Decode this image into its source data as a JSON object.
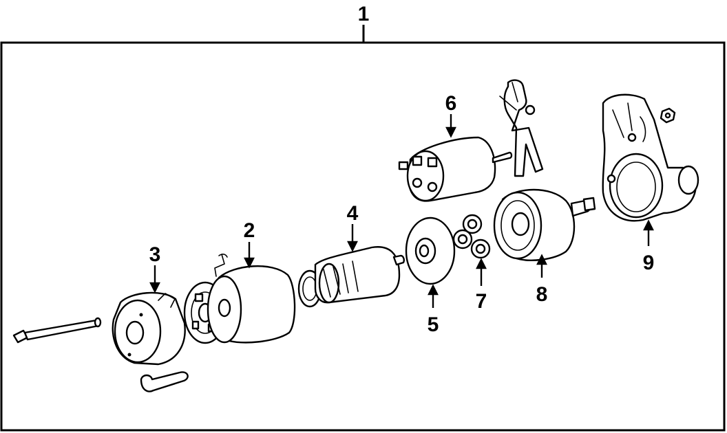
{
  "diagram": {
    "type": "exploded-parts-view",
    "assembly_callout": "1",
    "callouts": [
      {
        "id": "2",
        "part": "yoke-housing"
      },
      {
        "id": "3",
        "part": "rear-end-frame"
      },
      {
        "id": "4",
        "part": "armature"
      },
      {
        "id": "5",
        "part": "plate-washer"
      },
      {
        "id": "6",
        "part": "solenoid-switch"
      },
      {
        "id": "7",
        "part": "planetary-gears"
      },
      {
        "id": "8",
        "part": "gear-housing"
      },
      {
        "id": "9",
        "part": "drive-end-housing"
      }
    ],
    "colors": {
      "line": "#000000",
      "background": "#ffffff"
    }
  }
}
